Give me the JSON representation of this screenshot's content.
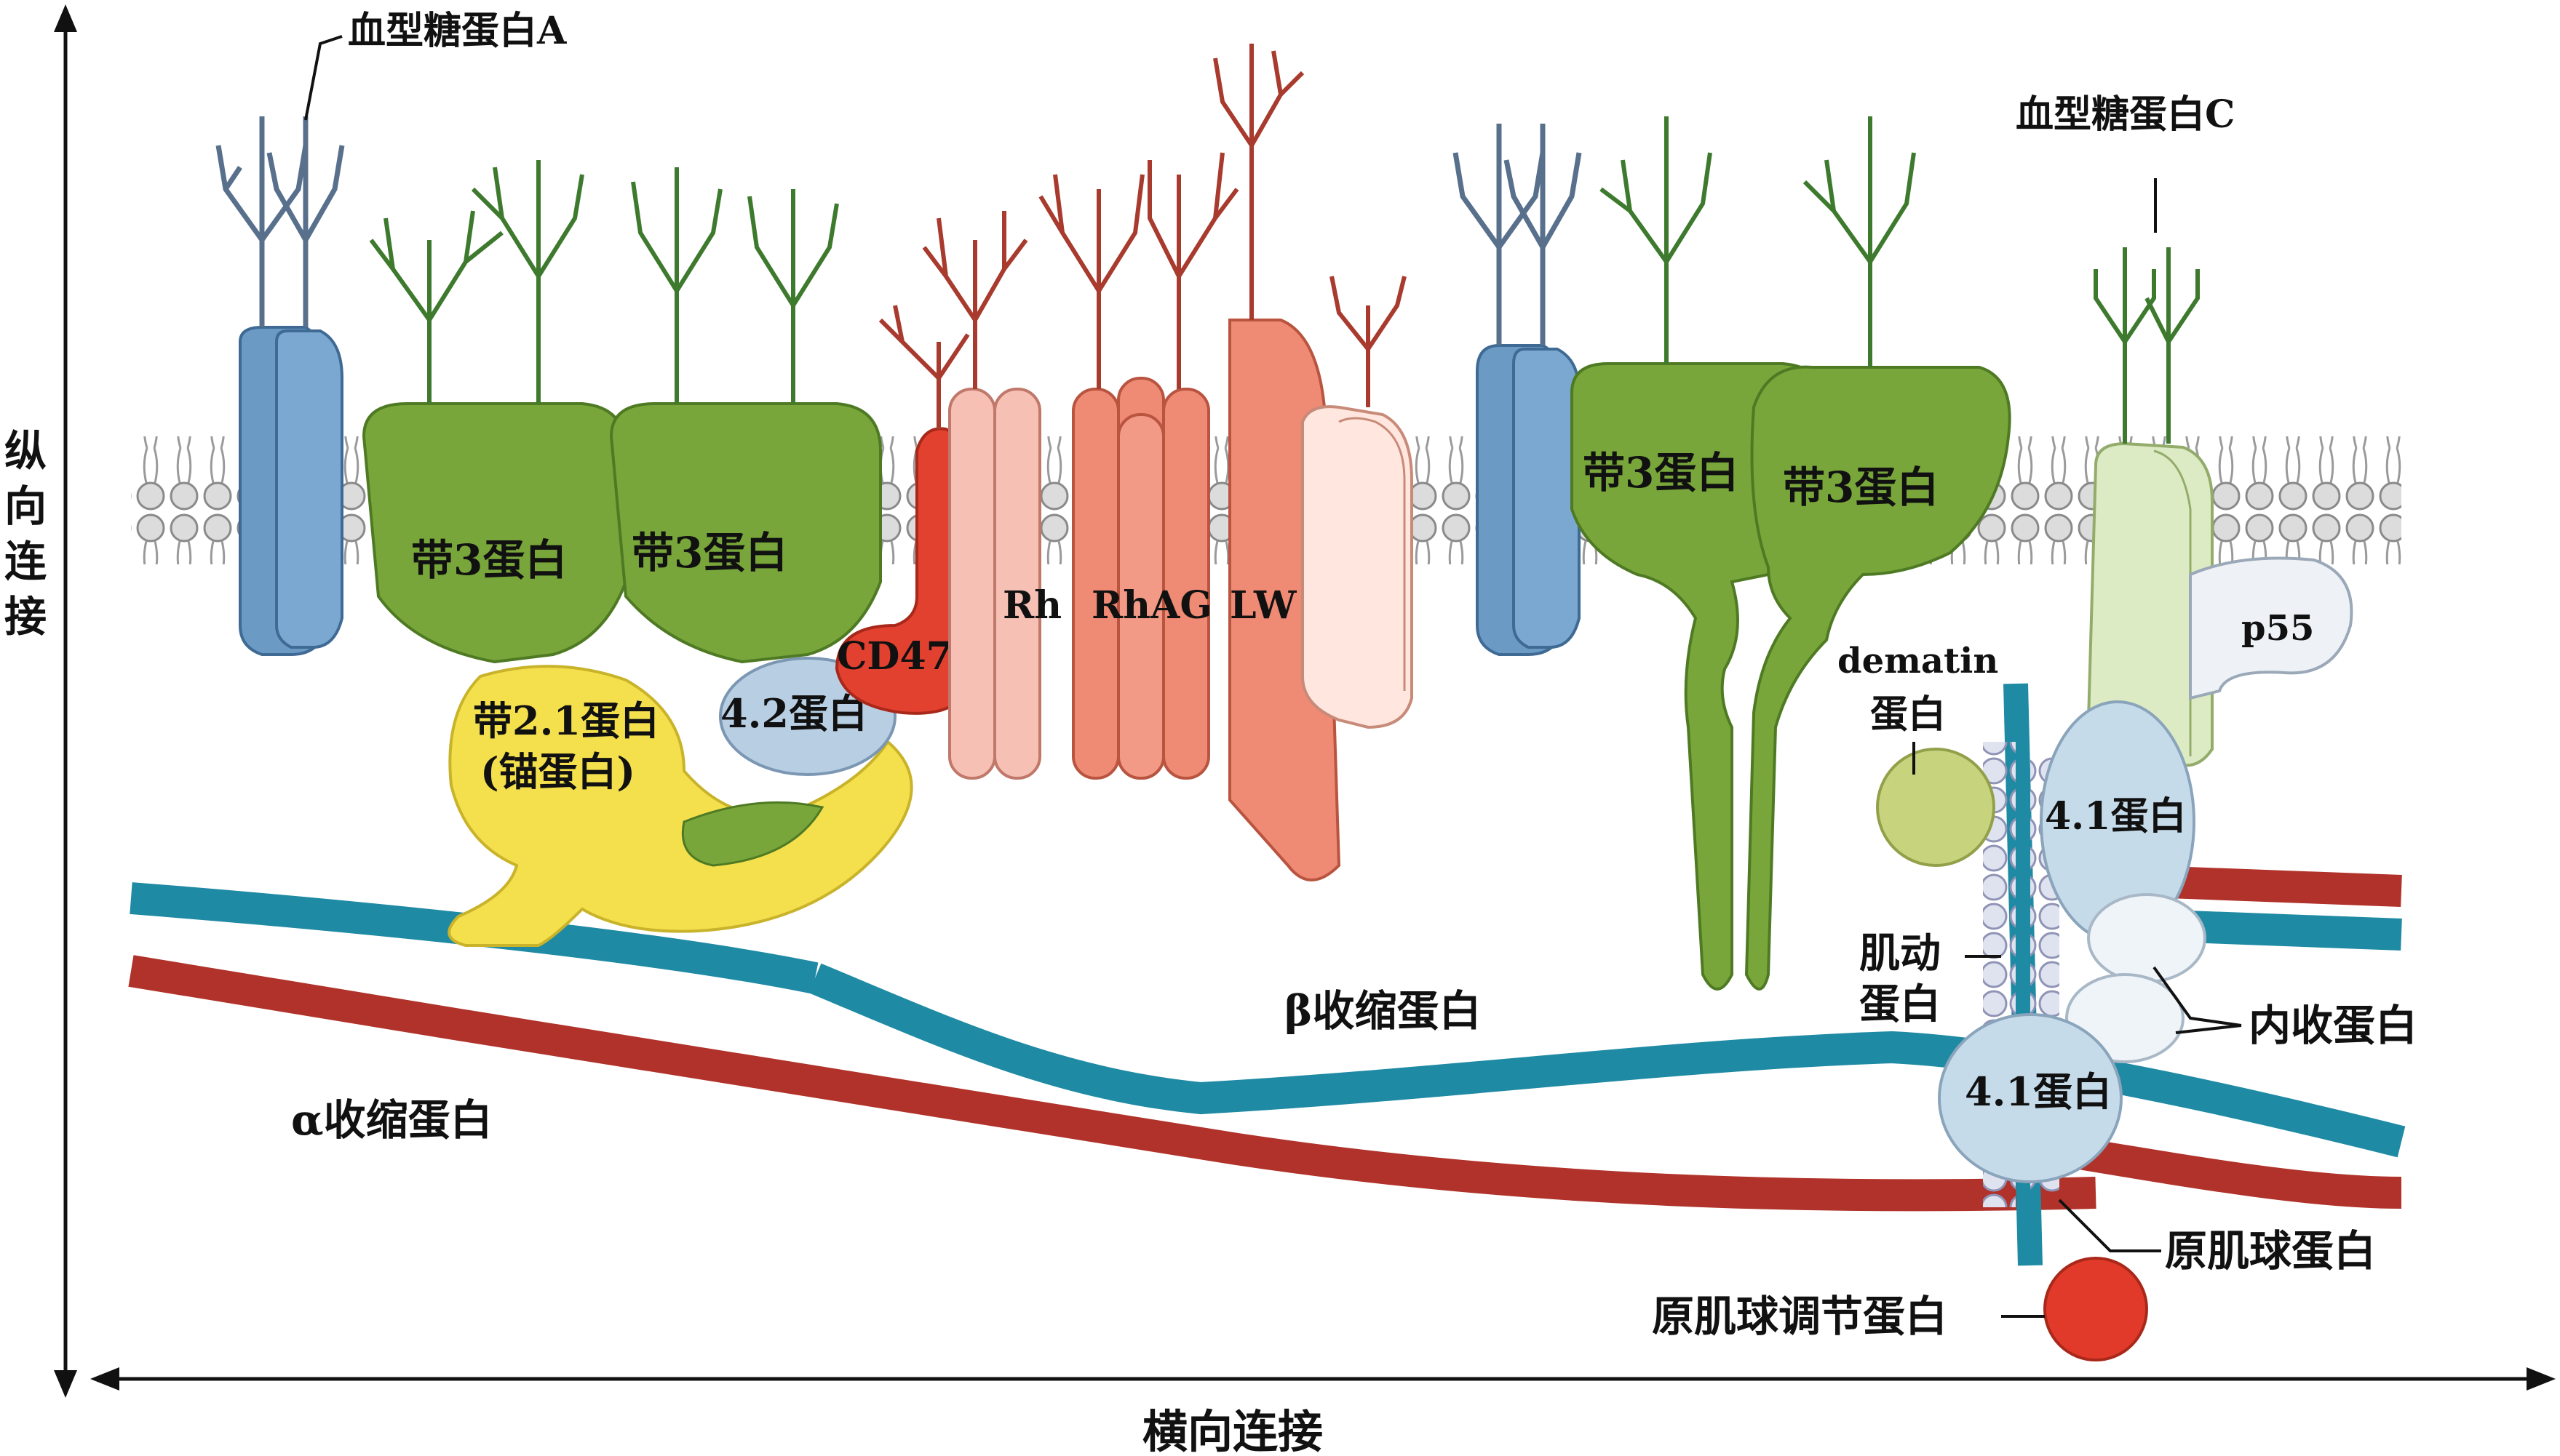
{
  "axes": {
    "vertical_label": [
      "纵",
      "向",
      "连",
      "接"
    ],
    "horizontal_label": "横向连接"
  },
  "labels": {
    "glycophorin_a": "血型糖蛋白A",
    "glycophorin_c": "血型糖蛋白C",
    "band3_1": "带3蛋白",
    "band3_2": "带3蛋白",
    "band3_3": "带3蛋白",
    "band3_4": "带3蛋白",
    "band21_line1": "带2.1蛋白",
    "band21_line2": "(锚蛋白)",
    "protein42": "4.2蛋白",
    "cd47": "CD47",
    "rh": "Rh",
    "rhag": "RhAG",
    "lw": "LW",
    "p55": "p55",
    "dematin_line1": "dematin",
    "dematin_line2": "蛋白",
    "protein41_top": "4.1蛋白",
    "protein41_bottom": "4.1蛋白",
    "actin_line1": "肌动",
    "actin_line2": "蛋白",
    "adducin": "内收蛋白",
    "beta_spectrin": "β收缩蛋白",
    "alpha_spectrin": "α收缩蛋白",
    "tropomyosin": "原肌球蛋白",
    "tropomodulin": "原肌球调节蛋白"
  },
  "colors": {
    "glycophorin": "#6b9ac4",
    "band3": "#78a63a",
    "ankyrin": "#f4e04d",
    "protein42": "#b8cfe3",
    "cd47": "#e2412f",
    "rh": "#f6c1b4",
    "rhag": "#ef8a74",
    "lw": "#ffe7df",
    "carbohydrate_red": "#a83a2e",
    "carbohydrate_green": "#3e7a2e",
    "alpha_spectrin": "#b0322a",
    "beta_spectrin": "#1f8aa3",
    "protein41": "#c6dbea",
    "adducin": "#eef4f8",
    "tropomodulin": "#e23a2a",
    "dematin": "#c7d37d",
    "glycophorin_c": "#dcebc3"
  }
}
